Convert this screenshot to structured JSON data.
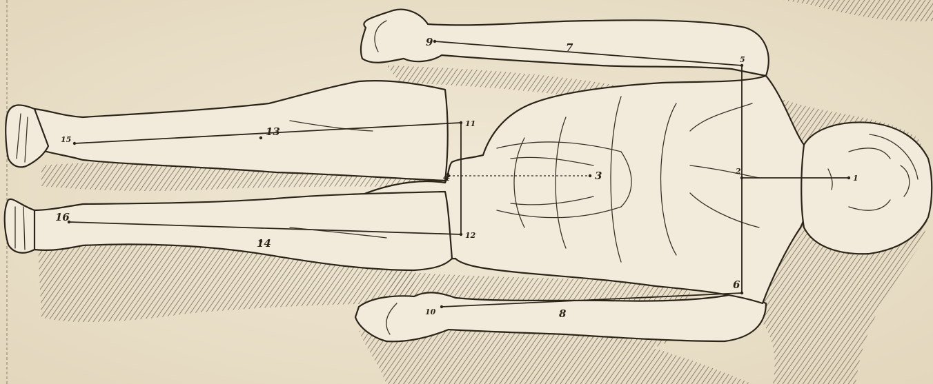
{
  "figure": {
    "colors": {
      "paper": "#ece3cf",
      "ink": "#2b2418",
      "shadow": "#6a6050"
    },
    "point_labels": {
      "p1": "1",
      "p2": "2",
      "p3": "3",
      "p4": "4",
      "p5": "5",
      "p6": "6",
      "p7": "7",
      "p8": "8",
      "p9": "9",
      "p10": "10",
      "p11": "11",
      "p12": "12",
      "p13": "13",
      "p14": "14",
      "p15": "15",
      "p16": "16"
    }
  }
}
